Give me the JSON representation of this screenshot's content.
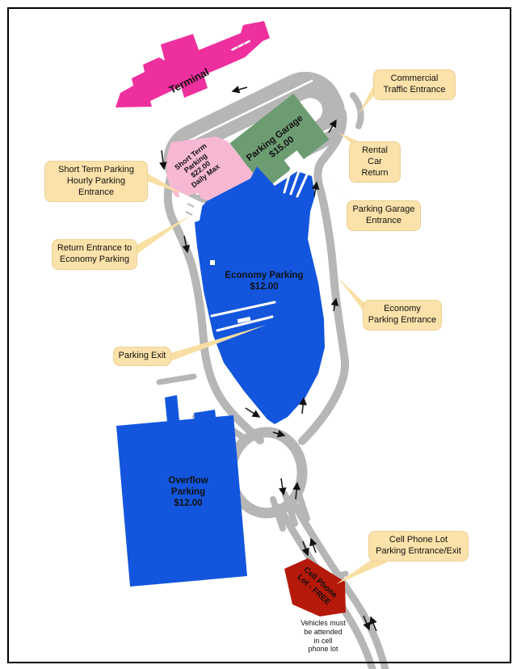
{
  "terminal": {
    "label": "Terminal"
  },
  "lots": {
    "parking_garage": {
      "line1": "Parking Garage",
      "line2": "$15.00"
    },
    "short_term": {
      "line1": "Short Term",
      "line2": "Parking",
      "line3": "$22.00",
      "line4": "Daily Max"
    },
    "economy": {
      "line1": "Economy Parking",
      "line2": "$12.00"
    },
    "overflow": {
      "line1": "Overflow",
      "line2": "Parking",
      "line3": "$12.00"
    },
    "cell_phone": {
      "line1": "Cell Phone",
      "line2": "Lot - FREE"
    }
  },
  "callouts": {
    "commercial": "Commercial Traffic Entrance",
    "rental": "Rental Car Return",
    "garage_entrance": "Parking Garage Entrance",
    "short_term_entrance": "Short Term Parking Hourly Parking Entrance",
    "return_entrance": "Return Entrance to Economy Parking",
    "economy_entrance": "Economy Parking Entrance",
    "parking_exit": "Parking Exit",
    "cell_entrance": "Cell Phone Lot Parking Entrance/Exit"
  },
  "note": {
    "line1": "Vehicles must",
    "line2": "be attended",
    "line3": "in cell",
    "line4": "phone lot"
  },
  "colors": {
    "road_gray": "#b6b6b6",
    "terminal_magenta": "#ee2f9e",
    "garage_green": "#6d9c72",
    "short_term_pink": "#f6b8d2",
    "economy_blue": "#1356dd",
    "cell_red": "#b5190a",
    "callout_tan": "#fbe2aa"
  }
}
